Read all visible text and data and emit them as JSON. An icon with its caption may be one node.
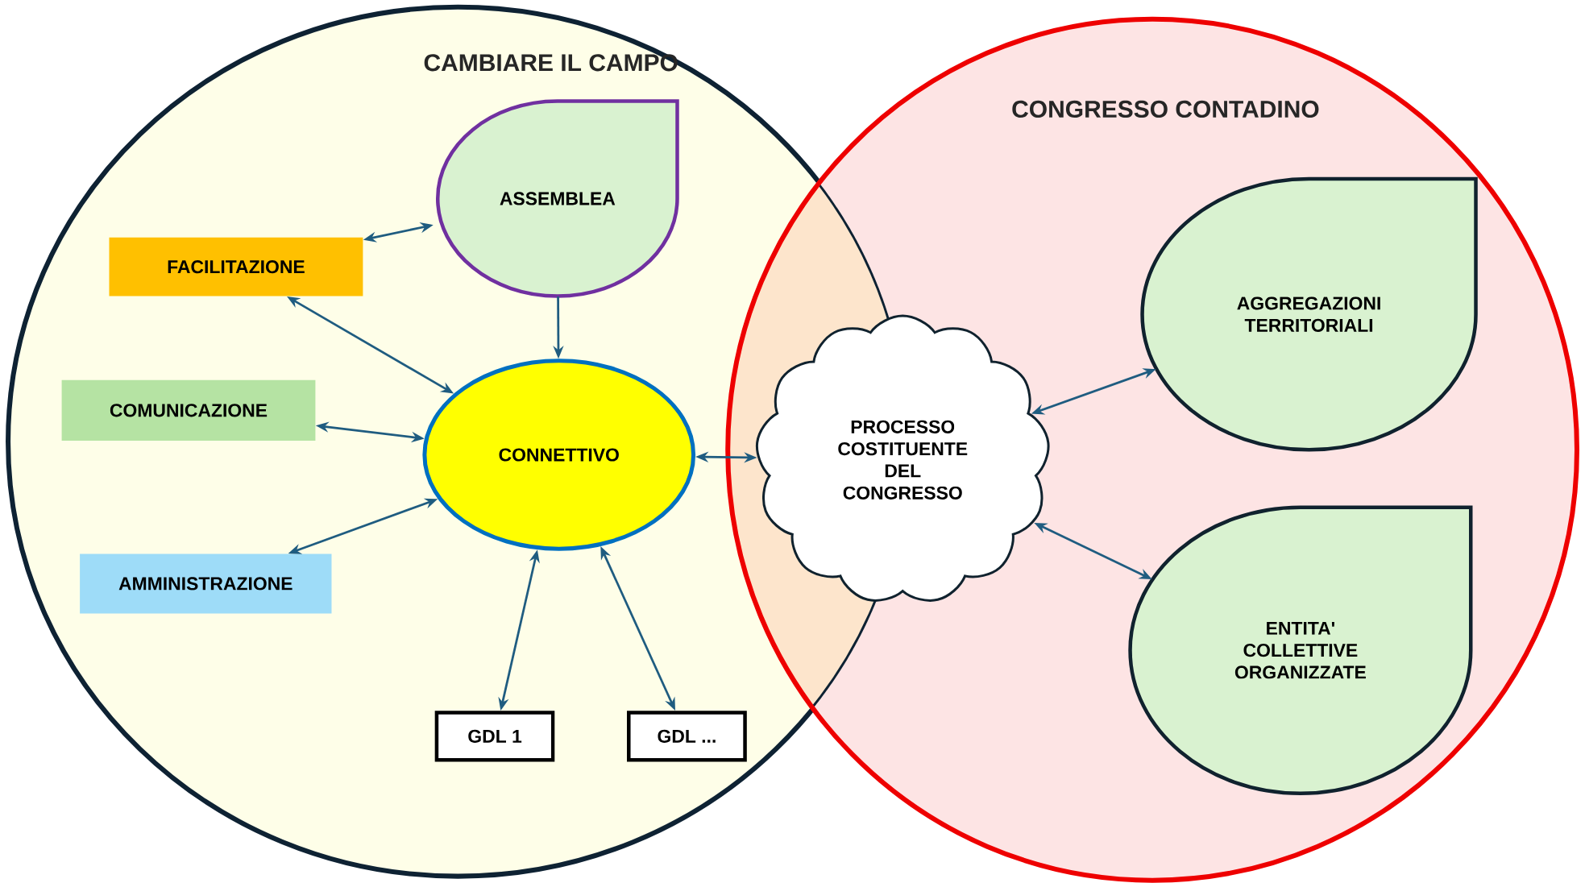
{
  "diagram": {
    "nodes": [
      {
        "text": [
          "CAMBIARE IL CAMPO"
        ]
      },
      {
        "text": [
          "CONGRESSO CONTADINO"
        ]
      },
      {
        "text": [
          "ASSEMBLEA"
        ],
        "in": 0
      },
      {
        "text": [
          "FACILITAZIONE"
        ],
        "in": 0
      },
      {
        "text": [
          "COMUNICAZIONE"
        ],
        "in": 0
      },
      {
        "text": [
          "CONNETTIVO"
        ],
        "in": 0
      },
      {
        "text": [
          "AMMINISTRAZIONE"
        ],
        "in": 0
      },
      {
        "text": [
          "GDL 1"
        ],
        "in": 0
      },
      {
        "text": [
          "GDL ..."
        ],
        "in": 0
      },
      {
        "text": [
          "PROCESSO COSTITUENTE DEL CONGRESSO"
        ],
        "in": 1
      },
      {
        "text": [
          "AGGREGAZIONI TERRITORIALI"
        ],
        "in": 1
      },
      {
        "text": [
          "ENTITA' COLLETTIVE ORGANIZZATE"
        ],
        "in": 1
      }
    ],
    "edges": [
      {
        "from": 2,
        "to": 5,
        "arrow": "to"
      },
      {
        "from": 3,
        "to": 2,
        "arrow": "both"
      },
      {
        "from": 3,
        "to": 5,
        "arrow": "both"
      },
      {
        "from": 4,
        "to": 5,
        "arrow": "both"
      },
      {
        "from": 6,
        "to": 5,
        "arrow": "both"
      },
      {
        "from": 5,
        "to": 7,
        "arrow": "both"
      },
      {
        "from": 5,
        "to": 8,
        "arrow": "both"
      },
      {
        "from": 5,
        "to": 9,
        "arrow": "both"
      },
      {
        "from": 9,
        "to": 10,
        "arrow": "both"
      },
      {
        "from": 9,
        "to": 11,
        "arrow": "both"
      }
    ]
  }
}
